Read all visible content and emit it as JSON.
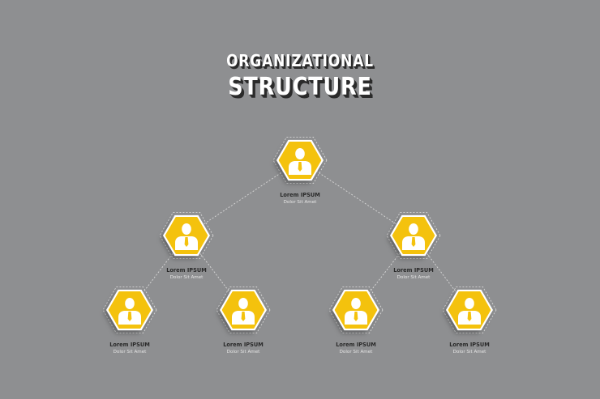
{
  "title": {
    "line1": "ORGANIZATIONAL",
    "line2": "STRUCTURE"
  },
  "colors": {
    "background": "#8e8f91",
    "node_fill": "#f4c20d",
    "plate": "#ffffff",
    "connector": "#d8d8d8",
    "label_name": "#2a2a2a",
    "label_role": "#e6e6e6"
  },
  "nodes": [
    {
      "id": "n0",
      "level": 0,
      "parent": null,
      "name": "Lorem IPSUM",
      "role": "Dolor Sit Amet",
      "icon": "person-icon"
    },
    {
      "id": "n1",
      "level": 1,
      "parent": "n0",
      "name": "Lorem IPSUM",
      "role": "Dolor Sit Amet",
      "icon": "person-icon"
    },
    {
      "id": "n2",
      "level": 1,
      "parent": "n0",
      "name": "Lorem IPSUM",
      "role": "Dolor Sit Amet",
      "icon": "person-icon"
    },
    {
      "id": "n3",
      "level": 2,
      "parent": "n1",
      "name": "Lorem IPSUM",
      "role": "Dolor Sit Amet",
      "icon": "person-icon"
    },
    {
      "id": "n4",
      "level": 2,
      "parent": "n1",
      "name": "Lorem IPSUM",
      "role": "Dolor Sit Amet",
      "icon": "person-icon"
    },
    {
      "id": "n5",
      "level": 2,
      "parent": "n2",
      "name": "Lorem IPSUM",
      "role": "Dolor Sit Amet",
      "icon": "person-icon"
    },
    {
      "id": "n6",
      "level": 2,
      "parent": "n2",
      "name": "Lorem IPSUM",
      "role": "Dolor Sit Amet",
      "icon": "person-icon"
    }
  ]
}
